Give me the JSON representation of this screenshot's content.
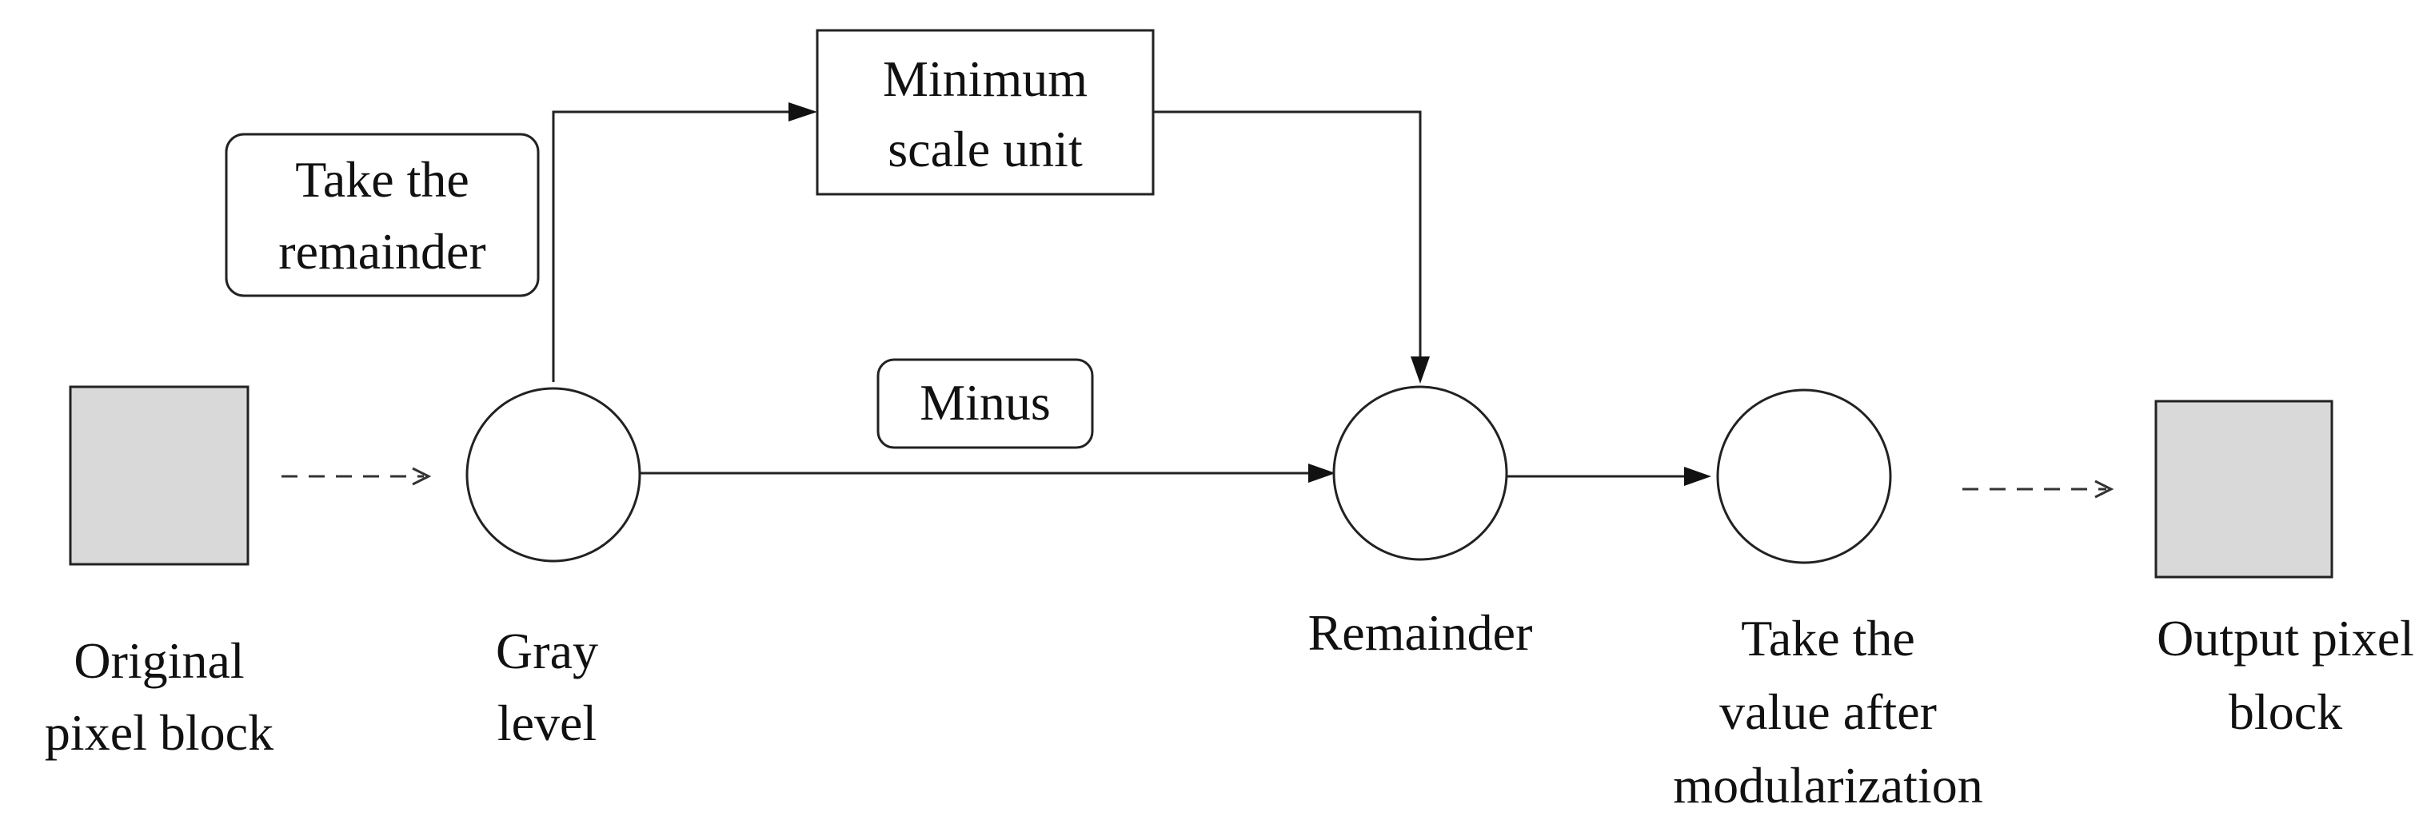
{
  "labels": {
    "original_pixel_block": [
      "Original",
      "pixel block"
    ],
    "gray_level": [
      "Gray",
      "level"
    ],
    "minimum_scale_unit": [
      "Minimum",
      "scale unit"
    ],
    "take_the_remainder": [
      "Take the",
      "remainder"
    ],
    "minus": "Minus",
    "remainder": "Remainder",
    "value_after_modularization": [
      "Take the",
      "value after",
      "modularization"
    ],
    "output_pixel_block": [
      "Output pixel",
      "block"
    ]
  },
  "colors": {
    "block_fill": "#d9d9d9",
    "stroke": "#222222",
    "background": "#ffffff"
  }
}
